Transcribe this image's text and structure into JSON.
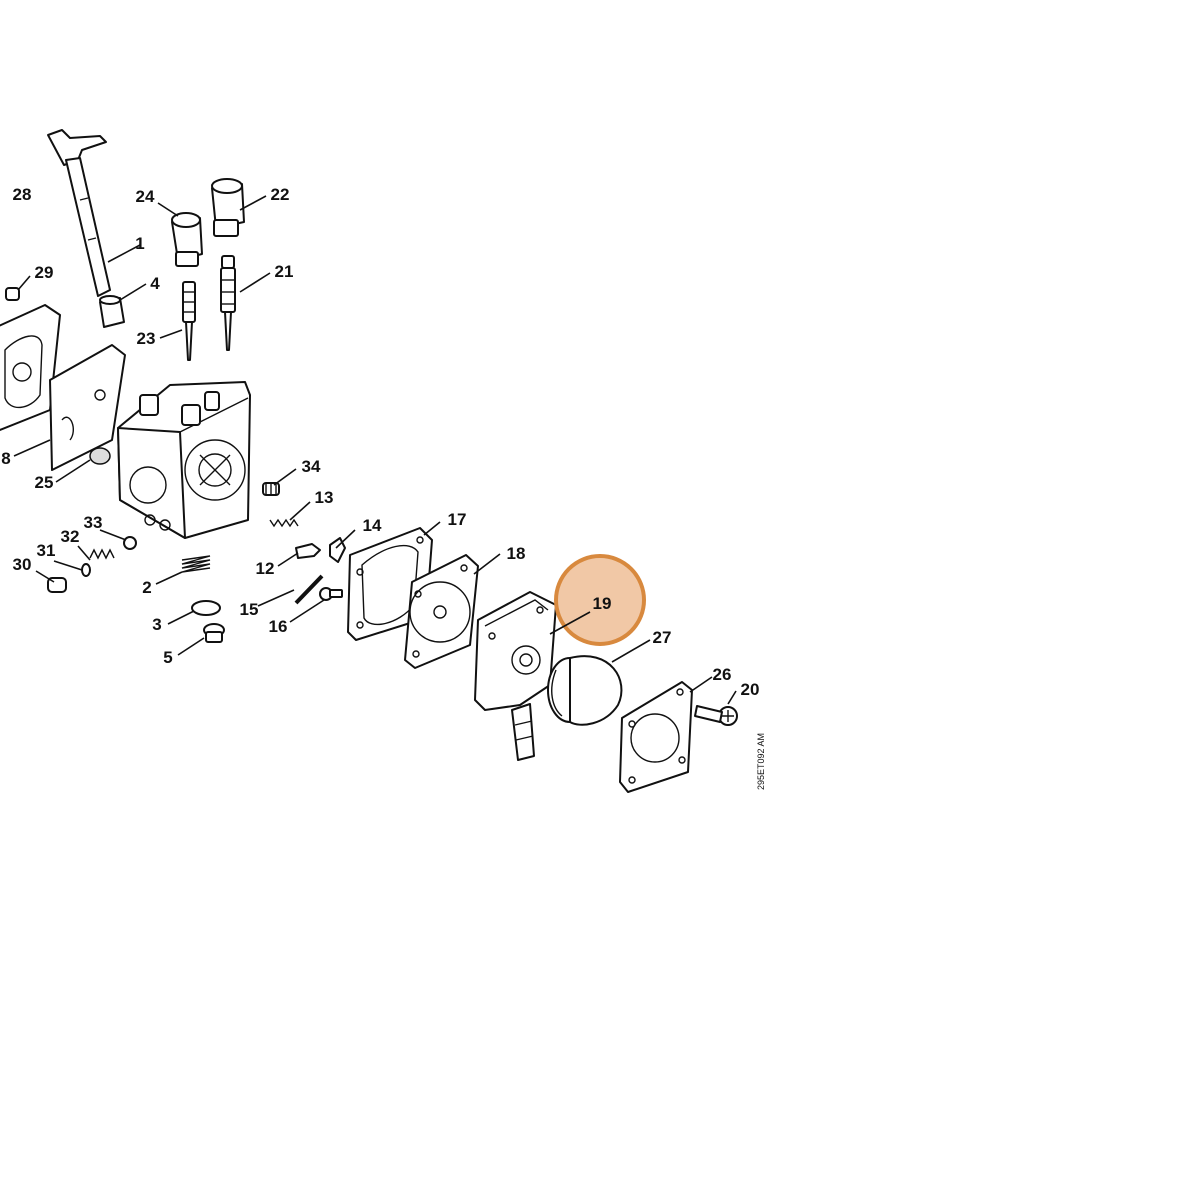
{
  "diagram": {
    "labels": [
      "28",
      "24",
      "22",
      "1",
      "29",
      "4",
      "21",
      "23",
      "8",
      "25",
      "34",
      "13",
      "33",
      "32",
      "31",
      "30",
      "14",
      "17",
      "18",
      "12",
      "2",
      "15",
      "16",
      "3",
      "5",
      "19",
      "27",
      "26",
      "20"
    ],
    "drawing_code": "295ET092 AM",
    "highlight": {
      "label": "19",
      "color": "#E8A36A",
      "ring_color": "#D8893E"
    }
  }
}
